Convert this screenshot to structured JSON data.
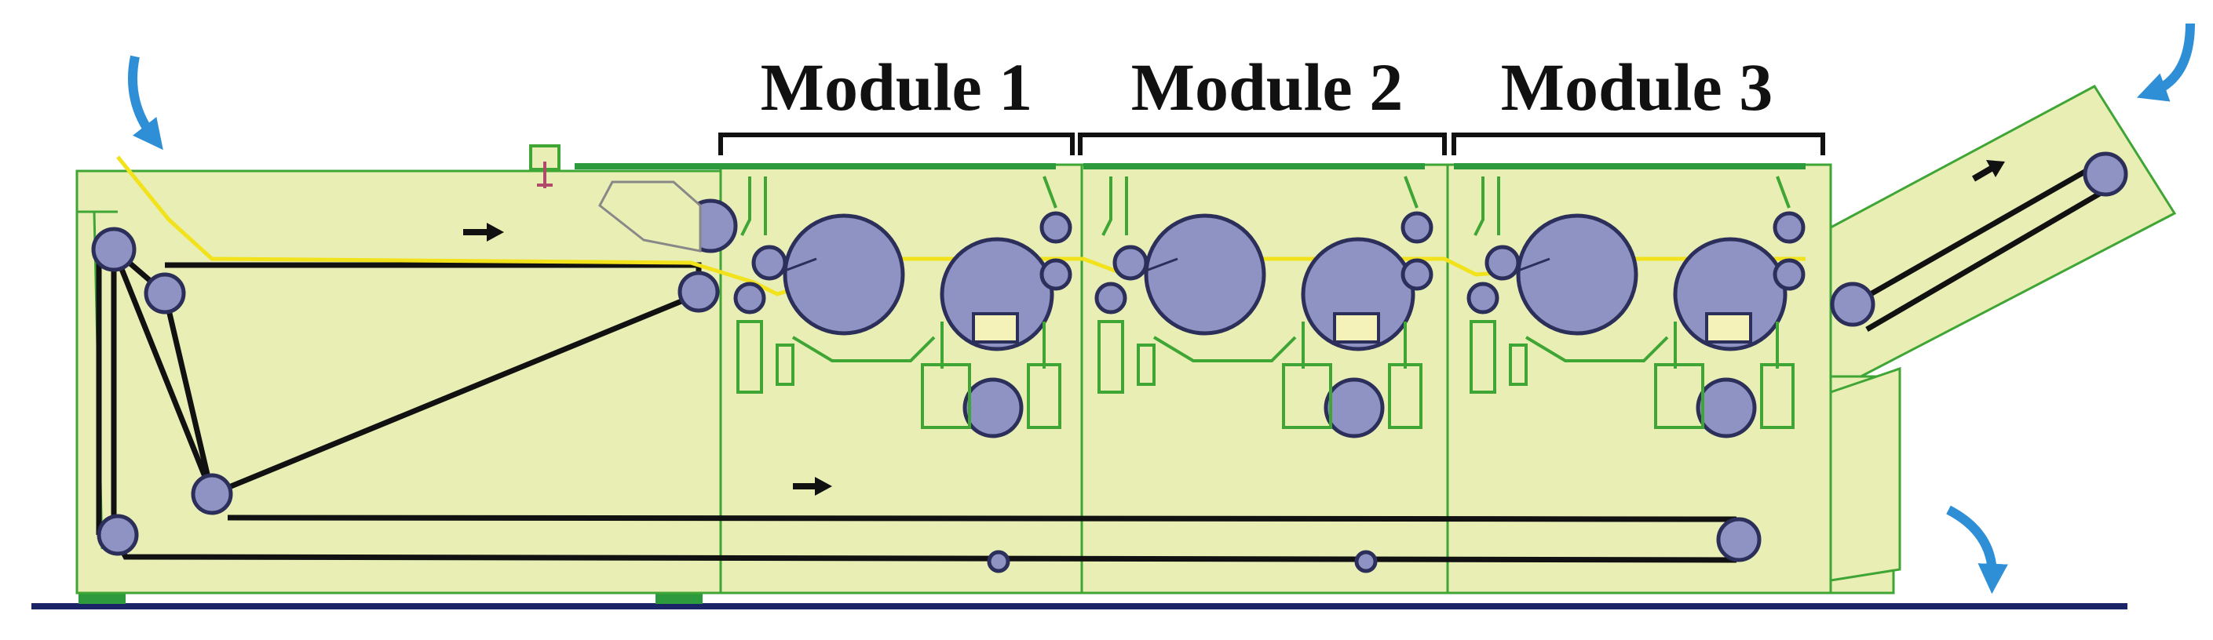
{
  "modules": [
    {
      "label": "Module 1"
    },
    {
      "label": "Module 2"
    },
    {
      "label": "Module 3"
    }
  ],
  "colors": {
    "body_fill": "#e8eeb4",
    "outline": "#3fa535",
    "belt": "#111111",
    "roller_fill": "#8f93c4",
    "roller_stroke": "#2c2f5a",
    "web": "#f2e21c",
    "arrow": "#2f8fd6",
    "floor": "#1a2466"
  },
  "icons": [
    "curved-arrow-icon",
    "direction-arrow-icon",
    "roller-icon"
  ]
}
